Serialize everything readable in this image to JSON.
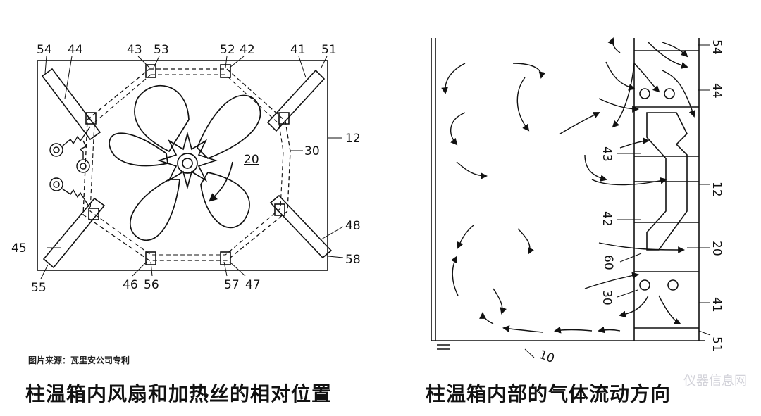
{
  "left_diagram": {
    "labels": {
      "l54": "54",
      "l44": "44",
      "l43": "43",
      "l53": "53",
      "l52": "52",
      "l42": "42",
      "l41": "41",
      "l51": "51",
      "l12": "12",
      "l30": "30",
      "l20": "20",
      "l48": "48",
      "l58": "58",
      "l45": "45",
      "l55": "55",
      "l46": "46",
      "l56": "56",
      "l57": "57",
      "l47": "47"
    }
  },
  "right_diagram": {
    "labels": {
      "r54": "54",
      "r44": "44",
      "r43": "43",
      "r12": "12",
      "r42": "42",
      "r20": "20",
      "r60": "60",
      "r30": "30",
      "r41": "41",
      "r51": "51",
      "r10": "10"
    }
  },
  "source_caption": "图片来源：瓦里安公司专利",
  "title_left": "柱温箱内风扇和加热丝的相对位置",
  "title_right": "柱温箱内部的气体流动方向",
  "watermark": "仪器信息网"
}
